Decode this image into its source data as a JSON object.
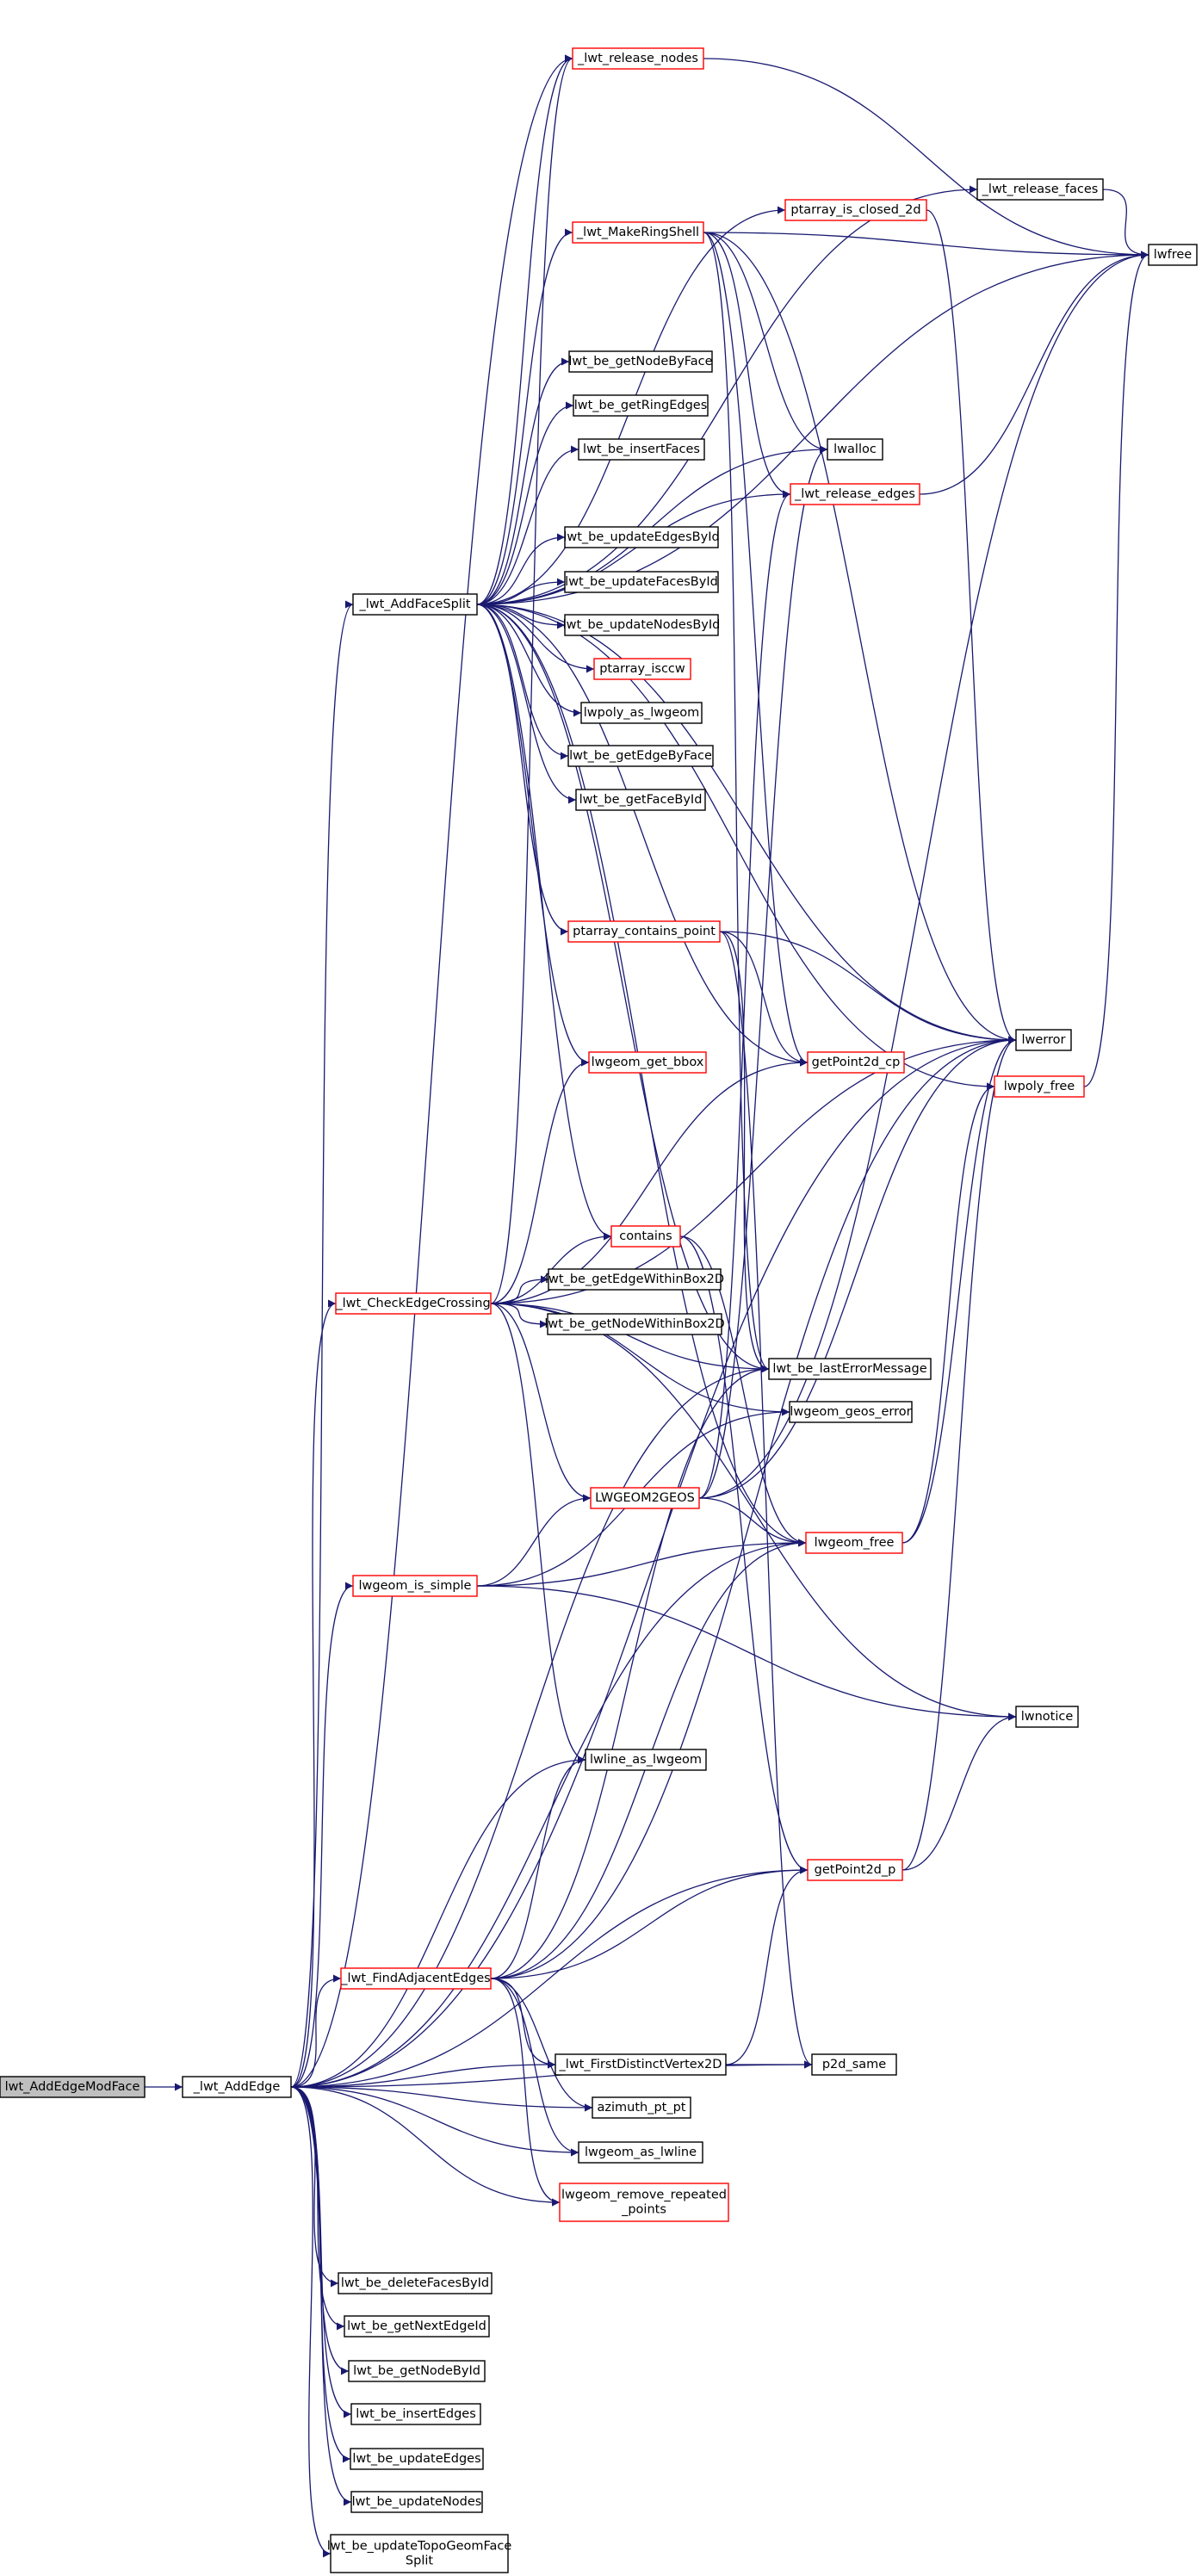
{
  "colors": {
    "edge": "#191970",
    "border_normal": "#000000",
    "border_truncated": "#ff0000",
    "root_fill": "#bfbfbf",
    "node_fill": "#ffffff"
  },
  "nodes": [
    {
      "id": "lwt_AddEdgeModFace",
      "label": [
        "lwt_AddEdgeModFace"
      ],
      "kind": "root"
    },
    {
      "id": "_lwt_AddEdge",
      "label": [
        "_lwt_AddEdge"
      ],
      "kind": "normal"
    },
    {
      "id": "_lwt_AddFaceSplit",
      "label": [
        "_lwt_AddFaceSplit"
      ],
      "kind": "normal"
    },
    {
      "id": "_lwt_release_nodes",
      "label": [
        "_lwt_release_nodes"
      ],
      "kind": "truncated"
    },
    {
      "id": "ptarray_is_closed_2d",
      "label": [
        "ptarray_is_closed_2d"
      ],
      "kind": "truncated"
    },
    {
      "id": "_lwt_release_faces",
      "label": [
        "_lwt_release_faces"
      ],
      "kind": "normal"
    },
    {
      "id": "lwfree",
      "label": [
        "lwfree"
      ],
      "kind": "normal"
    },
    {
      "id": "_lwt_MakeRingShell",
      "label": [
        "_lwt_MakeRingShell"
      ],
      "kind": "truncated"
    },
    {
      "id": "lwt_be_getNodeByFace",
      "label": [
        "lwt_be_getNodeByFace"
      ],
      "kind": "normal"
    },
    {
      "id": "lwt_be_getRingEdges",
      "label": [
        "lwt_be_getRingEdges"
      ],
      "kind": "normal"
    },
    {
      "id": "lwt_be_insertFaces",
      "label": [
        "lwt_be_insertFaces"
      ],
      "kind": "normal"
    },
    {
      "id": "lwalloc",
      "label": [
        "lwalloc"
      ],
      "kind": "normal"
    },
    {
      "id": "_lwt_release_edges",
      "label": [
        "_lwt_release_edges"
      ],
      "kind": "truncated"
    },
    {
      "id": "lwt_be_updateEdgesById",
      "label": [
        "lwt_be_updateEdgesById"
      ],
      "kind": "normal"
    },
    {
      "id": "lwt_be_updateFacesById",
      "label": [
        "lwt_be_updateFacesById"
      ],
      "kind": "normal"
    },
    {
      "id": "lwt_be_updateNodesById",
      "label": [
        "lwt_be_updateNodesById"
      ],
      "kind": "normal"
    },
    {
      "id": "ptarray_isccw",
      "label": [
        "ptarray_isccw"
      ],
      "kind": "truncated"
    },
    {
      "id": "lwpoly_as_lwgeom",
      "label": [
        "lwpoly_as_lwgeom"
      ],
      "kind": "normal"
    },
    {
      "id": "lwt_be_getEdgeByFace",
      "label": [
        "lwt_be_getEdgeByFace"
      ],
      "kind": "normal"
    },
    {
      "id": "lwt_be_getFaceById",
      "label": [
        "lwt_be_getFaceById"
      ],
      "kind": "normal"
    },
    {
      "id": "ptarray_contains_point",
      "label": [
        "ptarray_contains_point"
      ],
      "kind": "truncated"
    },
    {
      "id": "lwerror",
      "label": [
        "lwerror"
      ],
      "kind": "normal"
    },
    {
      "id": "lwpoly_free",
      "label": [
        "lwpoly_free"
      ],
      "kind": "truncated"
    },
    {
      "id": "getPoint2d_cp",
      "label": [
        "getPoint2d_cp"
      ],
      "kind": "truncated"
    },
    {
      "id": "lwgeom_get_bbox",
      "label": [
        "lwgeom_get_bbox"
      ],
      "kind": "truncated"
    },
    {
      "id": "contains",
      "label": [
        "contains"
      ],
      "kind": "truncated"
    },
    {
      "id": "_lwt_CheckEdgeCrossing",
      "label": [
        "_lwt_CheckEdgeCrossing"
      ],
      "kind": "truncated"
    },
    {
      "id": "lwt_be_getEdgeWithinBox2D",
      "label": [
        "lwt_be_getEdgeWithinBox2D"
      ],
      "kind": "normal"
    },
    {
      "id": "lwt_be_getNodeWithinBox2D",
      "label": [
        "lwt_be_getNodeWithinBox2D"
      ],
      "kind": "normal"
    },
    {
      "id": "lwt_be_lastErrorMessage",
      "label": [
        "lwt_be_lastErrorMessage"
      ],
      "kind": "normal"
    },
    {
      "id": "lwgeom_geos_error",
      "label": [
        "lwgeom_geos_error"
      ],
      "kind": "normal"
    },
    {
      "id": "LWGEOM2GEOS",
      "label": [
        "LWGEOM2GEOS"
      ],
      "kind": "truncated"
    },
    {
      "id": "lwgeom_free",
      "label": [
        "lwgeom_free"
      ],
      "kind": "truncated"
    },
    {
      "id": "lwgeom_is_simple",
      "label": [
        "lwgeom_is_simple"
      ],
      "kind": "truncated"
    },
    {
      "id": "lwnotice",
      "label": [
        "lwnotice"
      ],
      "kind": "normal"
    },
    {
      "id": "lwline_as_lwgeom",
      "label": [
        "lwline_as_lwgeom"
      ],
      "kind": "normal"
    },
    {
      "id": "getPoint2d_p",
      "label": [
        "getPoint2d_p"
      ],
      "kind": "truncated"
    },
    {
      "id": "_lwt_FindAdjacentEdges",
      "label": [
        "_lwt_FindAdjacentEdges"
      ],
      "kind": "truncated"
    },
    {
      "id": "_lwt_FirstDistinctVertex2D",
      "label": [
        "_lwt_FirstDistinctVertex2D"
      ],
      "kind": "normal"
    },
    {
      "id": "p2d_same",
      "label": [
        "p2d_same"
      ],
      "kind": "normal"
    },
    {
      "id": "azimuth_pt_pt",
      "label": [
        "azimuth_pt_pt"
      ],
      "kind": "normal"
    },
    {
      "id": "lwgeom_as_lwline",
      "label": [
        "lwgeom_as_lwline"
      ],
      "kind": "normal"
    },
    {
      "id": "lwgeom_remove_repeated_points",
      "label": [
        "lwgeom_remove_repeated",
        "_points"
      ],
      "kind": "truncated"
    },
    {
      "id": "lwt_be_deleteFacesById",
      "label": [
        "lwt_be_deleteFacesById"
      ],
      "kind": "normal"
    },
    {
      "id": "lwt_be_getNextEdgeId",
      "label": [
        "lwt_be_getNextEdgeId"
      ],
      "kind": "normal"
    },
    {
      "id": "lwt_be_getNodeById",
      "label": [
        "lwt_be_getNodeById"
      ],
      "kind": "normal"
    },
    {
      "id": "lwt_be_insertEdges",
      "label": [
        "lwt_be_insertEdges"
      ],
      "kind": "normal"
    },
    {
      "id": "lwt_be_updateEdges",
      "label": [
        "lwt_be_updateEdges"
      ],
      "kind": "normal"
    },
    {
      "id": "lwt_be_updateNodes",
      "label": [
        "lwt_be_updateNodes"
      ],
      "kind": "normal"
    },
    {
      "id": "lwt_be_updateTopoGeomFaceSplit",
      "label": [
        "lwt_be_updateTopoGeomFace",
        "Split"
      ],
      "kind": "normal"
    }
  ],
  "edges": [
    [
      "lwt_AddEdgeModFace",
      "_lwt_AddEdge"
    ],
    [
      "_lwt_AddEdge",
      "_lwt_AddFaceSplit"
    ],
    [
      "_lwt_AddEdge",
      "_lwt_CheckEdgeCrossing"
    ],
    [
      "_lwt_AddEdge",
      "lwgeom_is_simple"
    ],
    [
      "_lwt_AddEdge",
      "lwline_as_lwgeom"
    ],
    [
      "_lwt_AddEdge",
      "_lwt_FindAdjacentEdges"
    ],
    [
      "_lwt_AddEdge",
      "_lwt_FirstDistinctVertex2D"
    ],
    [
      "_lwt_AddEdge",
      "azimuth_pt_pt"
    ],
    [
      "_lwt_AddEdge",
      "lwgeom_as_lwline"
    ],
    [
      "_lwt_AddEdge",
      "lwgeom_remove_repeated_points"
    ],
    [
      "_lwt_AddEdge",
      "p2d_same"
    ],
    [
      "_lwt_AddEdge",
      "getPoint2d_p"
    ],
    [
      "_lwt_AddEdge",
      "lwgeom_free"
    ],
    [
      "_lwt_AddEdge",
      "lwerror"
    ],
    [
      "_lwt_AddEdge",
      "lwt_be_lastErrorMessage"
    ],
    [
      "_lwt_AddEdge",
      "_lwt_release_nodes"
    ],
    [
      "_lwt_AddEdge",
      "lwt_be_deleteFacesById"
    ],
    [
      "_lwt_AddEdge",
      "lwt_be_getNextEdgeId"
    ],
    [
      "_lwt_AddEdge",
      "lwt_be_getNodeById"
    ],
    [
      "_lwt_AddEdge",
      "lwt_be_insertEdges"
    ],
    [
      "_lwt_AddEdge",
      "lwt_be_updateEdges"
    ],
    [
      "_lwt_AddEdge",
      "lwt_be_updateNodes"
    ],
    [
      "_lwt_AddEdge",
      "lwt_be_updateTopoGeomFaceSplit"
    ],
    [
      "_lwt_AddFaceSplit",
      "_lwt_release_nodes"
    ],
    [
      "_lwt_AddFaceSplit",
      "ptarray_is_closed_2d"
    ],
    [
      "_lwt_AddFaceSplit",
      "_lwt_release_faces"
    ],
    [
      "_lwt_AddFaceSplit",
      "lwfree"
    ],
    [
      "_lwt_AddFaceSplit",
      "_lwt_MakeRingShell"
    ],
    [
      "_lwt_AddFaceSplit",
      "lwt_be_getNodeByFace"
    ],
    [
      "_lwt_AddFaceSplit",
      "lwt_be_getRingEdges"
    ],
    [
      "_lwt_AddFaceSplit",
      "lwt_be_insertFaces"
    ],
    [
      "_lwt_AddFaceSplit",
      "lwalloc"
    ],
    [
      "_lwt_AddFaceSplit",
      "_lwt_release_edges"
    ],
    [
      "_lwt_AddFaceSplit",
      "lwt_be_updateEdgesById"
    ],
    [
      "_lwt_AddFaceSplit",
      "lwt_be_updateFacesById"
    ],
    [
      "_lwt_AddFaceSplit",
      "lwt_be_updateNodesById"
    ],
    [
      "_lwt_AddFaceSplit",
      "ptarray_isccw"
    ],
    [
      "_lwt_AddFaceSplit",
      "lwpoly_as_lwgeom"
    ],
    [
      "_lwt_AddFaceSplit",
      "lwt_be_getEdgeByFace"
    ],
    [
      "_lwt_AddFaceSplit",
      "lwt_be_getFaceById"
    ],
    [
      "_lwt_AddFaceSplit",
      "ptarray_contains_point"
    ],
    [
      "_lwt_AddFaceSplit",
      "lwerror"
    ],
    [
      "_lwt_AddFaceSplit",
      "lwpoly_free"
    ],
    [
      "_lwt_AddFaceSplit",
      "getPoint2d_cp"
    ],
    [
      "_lwt_AddFaceSplit",
      "lwgeom_get_bbox"
    ],
    [
      "_lwt_AddFaceSplit",
      "contains"
    ],
    [
      "_lwt_AddFaceSplit",
      "lwt_be_lastErrorMessage"
    ],
    [
      "_lwt_AddFaceSplit",
      "lwgeom_free"
    ],
    [
      "_lwt_release_nodes",
      "lwfree"
    ],
    [
      "ptarray_is_closed_2d",
      "lwerror"
    ],
    [
      "_lwt_release_faces",
      "lwfree"
    ],
    [
      "_lwt_MakeRingShell",
      "lwfree"
    ],
    [
      "_lwt_MakeRingShell",
      "lwalloc"
    ],
    [
      "_lwt_MakeRingShell",
      "_lwt_release_edges"
    ],
    [
      "_lwt_MakeRingShell",
      "lwerror"
    ],
    [
      "_lwt_MakeRingShell",
      "getPoint2d_cp"
    ],
    [
      "_lwt_MakeRingShell",
      "lwt_be_lastErrorMessage"
    ],
    [
      "_lwt_release_edges",
      "lwfree"
    ],
    [
      "ptarray_contains_point",
      "lwerror"
    ],
    [
      "ptarray_contains_point",
      "getPoint2d_cp"
    ],
    [
      "ptarray_contains_point",
      "lwt_be_lastErrorMessage"
    ],
    [
      "ptarray_contains_point",
      "p2d_same"
    ],
    [
      "lwpoly_free",
      "lwfree"
    ],
    [
      "contains",
      "getPoint2d_p"
    ],
    [
      "contains",
      "lwgeom_free"
    ],
    [
      "_lwt_CheckEdgeCrossing",
      "lwgeom_get_bbox"
    ],
    [
      "_lwt_CheckEdgeCrossing",
      "contains"
    ],
    [
      "_lwt_CheckEdgeCrossing",
      "getPoint2d_cp"
    ],
    [
      "_lwt_CheckEdgeCrossing",
      "lwerror"
    ],
    [
      "_lwt_CheckEdgeCrossing",
      "lwt_be_getEdgeWithinBox2D"
    ],
    [
      "_lwt_CheckEdgeCrossing",
      "lwt_be_getNodeWithinBox2D"
    ],
    [
      "_lwt_CheckEdgeCrossing",
      "lwt_be_lastErrorMessage"
    ],
    [
      "_lwt_CheckEdgeCrossing",
      "lwgeom_geos_error"
    ],
    [
      "_lwt_CheckEdgeCrossing",
      "LWGEOM2GEOS"
    ],
    [
      "_lwt_CheckEdgeCrossing",
      "lwnotice"
    ],
    [
      "_lwt_CheckEdgeCrossing",
      "lwline_as_lwgeom"
    ],
    [
      "_lwt_CheckEdgeCrossing",
      "_lwt_release_nodes"
    ],
    [
      "LWGEOM2GEOS",
      "lwgeom_free"
    ],
    [
      "LWGEOM2GEOS",
      "lwerror"
    ],
    [
      "LWGEOM2GEOS",
      "lwfree"
    ],
    [
      "LWGEOM2GEOS",
      "lwalloc"
    ],
    [
      "LWGEOM2GEOS",
      "_lwt_release_edges"
    ],
    [
      "lwgeom_free",
      "lwerror"
    ],
    [
      "lwgeom_free",
      "lwpoly_free"
    ],
    [
      "lwgeom_is_simple",
      "LWGEOM2GEOS"
    ],
    [
      "lwgeom_is_simple",
      "lwgeom_geos_error"
    ],
    [
      "lwgeom_is_simple",
      "lwgeom_free"
    ],
    [
      "lwgeom_is_simple",
      "lwnotice"
    ],
    [
      "getPoint2d_p",
      "lwerror"
    ],
    [
      "getPoint2d_p",
      "lwnotice"
    ],
    [
      "_lwt_FindAdjacentEdges",
      "lwline_as_lwgeom"
    ],
    [
      "_lwt_FindAdjacentEdges",
      "getPoint2d_p"
    ],
    [
      "_lwt_FindAdjacentEdges",
      "_lwt_FirstDistinctVertex2D"
    ],
    [
      "_lwt_FindAdjacentEdges",
      "azimuth_pt_pt"
    ],
    [
      "_lwt_FindAdjacentEdges",
      "lwgeom_as_lwline"
    ],
    [
      "_lwt_FindAdjacentEdges",
      "lwgeom_remove_repeated_points"
    ],
    [
      "_lwt_FindAdjacentEdges",
      "lwgeom_free"
    ],
    [
      "_lwt_FindAdjacentEdges",
      "lwerror"
    ],
    [
      "_lwt_FindAdjacentEdges",
      "lwt_be_lastErrorMessage"
    ],
    [
      "_lwt_FirstDistinctVertex2D",
      "getPoint2d_p"
    ],
    [
      "_lwt_FirstDistinctVertex2D",
      "p2d_same"
    ]
  ]
}
